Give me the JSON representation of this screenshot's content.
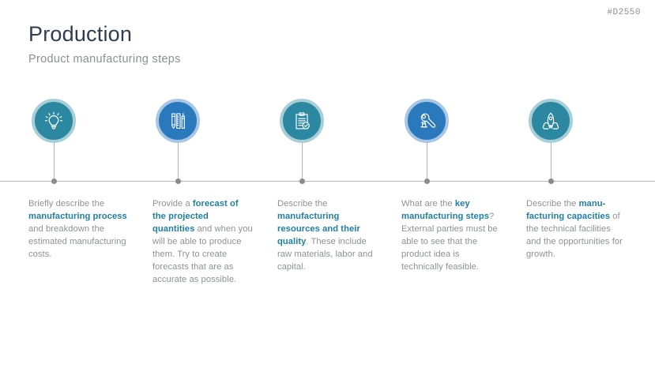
{
  "header": {
    "title": "Production",
    "subtitle": "Product manufacturing steps",
    "doc_code": "#D2550"
  },
  "theme": {
    "title_color": "#2e3d4f",
    "subtitle_color": "#8c8f94",
    "body_color": "#8e9196",
    "accent_color": "#1d7fa6",
    "teal_circle": "#2c88a0",
    "teal_ring": "#a8cfd8",
    "blue_circle": "#2a79bd",
    "blue_ring": "#a9c7e4",
    "axis_color": "#b3b3b3",
    "background": "#ffffff"
  },
  "timeline": {
    "steps": [
      {
        "icon": "lightbulb-icon",
        "circle_style": "teal",
        "text_segments": [
          {
            "text": "Briefly describe the ",
            "bold": false
          },
          {
            "text": "manufacturing process",
            "bold": true
          },
          {
            "text": " and breakdown the estimated manufacturing costs.",
            "bold": false
          }
        ]
      },
      {
        "icon": "drafting-tools-icon",
        "circle_style": "blue",
        "text_segments": [
          {
            "text": "Provide a ",
            "bold": false
          },
          {
            "text": "forecast of the projected quantities",
            "bold": true
          },
          {
            "text": " and when you will be able to produce them. Try to create forecasts that are as accurate as possible.",
            "bold": false
          }
        ]
      },
      {
        "icon": "clipboard-check-icon",
        "circle_style": "teal",
        "text_segments": [
          {
            "text": "Describe the ",
            "bold": false
          },
          {
            "text": "manufacturing resources and their quality",
            "bold": true
          },
          {
            "text": ". These include raw materials, labor and capital.",
            "bold": false
          }
        ]
      },
      {
        "icon": "wrench-bolt-icon",
        "circle_style": "blue",
        "text_segments": [
          {
            "text": "What are the ",
            "bold": false
          },
          {
            "text": "key manufacturing steps",
            "bold": true
          },
          {
            "text": "? External parties must be able to see that the product idea is technically feasible.",
            "bold": false
          }
        ]
      },
      {
        "icon": "rocket-launch-icon",
        "circle_style": "teal",
        "text_segments": [
          {
            "text": "Describe the ",
            "bold": false
          },
          {
            "text": "manu-facturing capacities",
            "bold": true
          },
          {
            "text": " of the technical facilities and the opportunities for growth.",
            "bold": false
          }
        ]
      }
    ]
  }
}
